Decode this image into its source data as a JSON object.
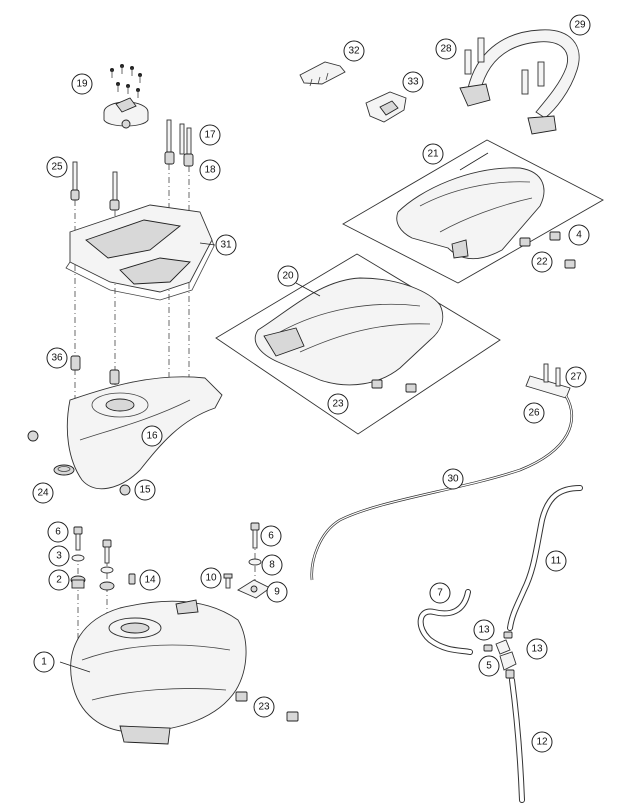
{
  "diagram": {
    "callouts": [
      {
        "id": "c32",
        "label": "32"
      },
      {
        "id": "c29",
        "label": "29"
      },
      {
        "id": "c28",
        "label": "28"
      },
      {
        "id": "c33",
        "label": "33"
      },
      {
        "id": "c19",
        "label": "19"
      },
      {
        "id": "c17",
        "label": "17"
      },
      {
        "id": "c18",
        "label": "18"
      },
      {
        "id": "c25",
        "label": "25"
      },
      {
        "id": "c31",
        "label": "31"
      },
      {
        "id": "c21",
        "label": "21"
      },
      {
        "id": "c4",
        "label": "4"
      },
      {
        "id": "c22",
        "label": "22"
      },
      {
        "id": "c20",
        "label": "20"
      },
      {
        "id": "c36",
        "label": "36"
      },
      {
        "id": "c16",
        "label": "16"
      },
      {
        "id": "c23a",
        "label": "23"
      },
      {
        "id": "c27",
        "label": "27"
      },
      {
        "id": "c26",
        "label": "26"
      },
      {
        "id": "c24",
        "label": "24"
      },
      {
        "id": "c15",
        "label": "15"
      },
      {
        "id": "c30",
        "label": "30"
      },
      {
        "id": "c6a",
        "label": "6"
      },
      {
        "id": "c6b",
        "label": "6"
      },
      {
        "id": "c3",
        "label": "3"
      },
      {
        "id": "c8",
        "label": "8"
      },
      {
        "id": "c2",
        "label": "2"
      },
      {
        "id": "c14",
        "label": "14"
      },
      {
        "id": "c10",
        "label": "10"
      },
      {
        "id": "c9",
        "label": "9"
      },
      {
        "id": "c11",
        "label": "11"
      },
      {
        "id": "c7",
        "label": "7"
      },
      {
        "id": "c13a",
        "label": "13"
      },
      {
        "id": "c13b",
        "label": "13"
      },
      {
        "id": "c5",
        "label": "5"
      },
      {
        "id": "c1",
        "label": "1"
      },
      {
        "id": "c23b",
        "label": "23"
      },
      {
        "id": "c12",
        "label": "12"
      }
    ]
  }
}
